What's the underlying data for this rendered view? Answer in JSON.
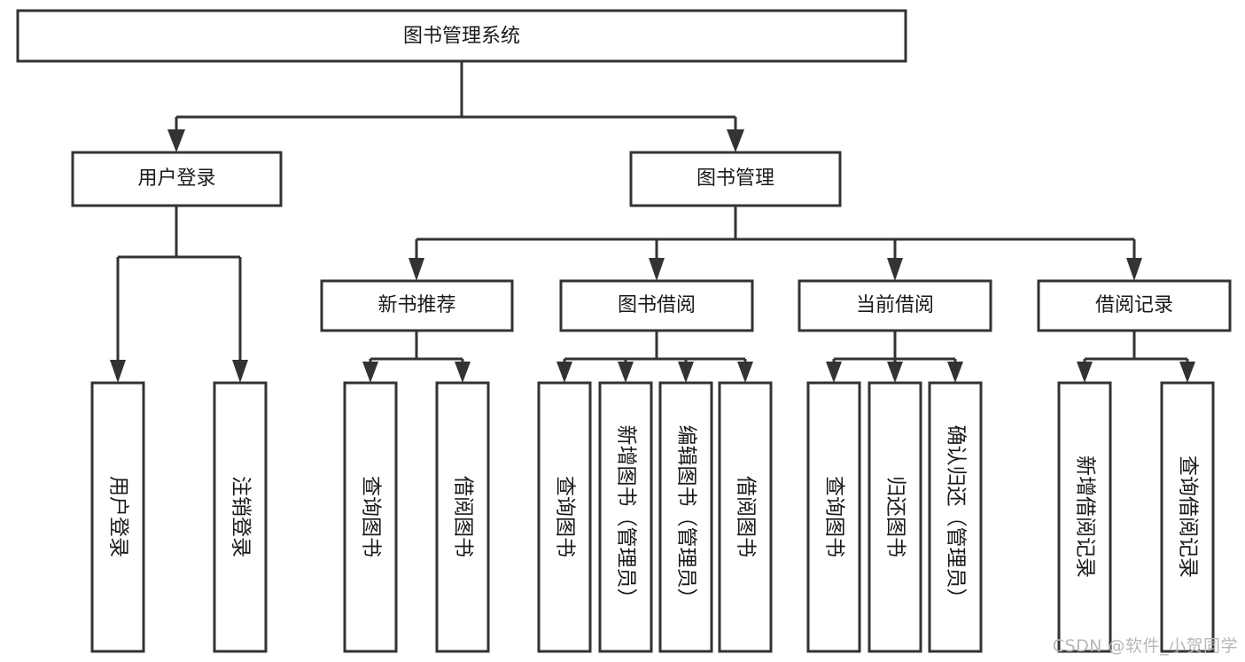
{
  "diagram": {
    "type": "hierarchy-tree",
    "title": "图书管理系统",
    "orientation": "top-down",
    "style": {
      "box_fill": "#ffffff",
      "box_stroke": "#333333",
      "line_color": "#333333",
      "text_color": "#1a1a1a",
      "background": "#ffffff"
    },
    "root": {
      "id": "root",
      "label": "图书管理系统"
    },
    "level1": [
      {
        "id": "user-login",
        "label": "用户登录"
      },
      {
        "id": "book-management",
        "label": "图书管理"
      }
    ],
    "level2": [
      {
        "id": "new-book-recommend",
        "label": "新书推荐",
        "parent": "book-management"
      },
      {
        "id": "book-borrow",
        "label": "图书借阅",
        "parent": "book-management"
      },
      {
        "id": "current-borrow",
        "label": "当前借阅",
        "parent": "book-management"
      },
      {
        "id": "borrow-record",
        "label": "借阅记录",
        "parent": "book-management"
      }
    ],
    "leaves": {
      "user-login": [
        {
          "id": "leaf-user-login",
          "label": "用户登录"
        },
        {
          "id": "leaf-user-logout",
          "label": "注销登录"
        }
      ],
      "new-book-recommend": [
        {
          "id": "leaf-query-book-1",
          "label": "查询图书"
        },
        {
          "id": "leaf-borrow-book-1",
          "label": "借阅图书"
        }
      ],
      "book-borrow": [
        {
          "id": "leaf-query-book-2",
          "label": "查询图书"
        },
        {
          "id": "leaf-add-book",
          "label": "新增图书（管理员）"
        },
        {
          "id": "leaf-edit-book",
          "label": "编辑图书（管理员）"
        },
        {
          "id": "leaf-borrow-book-2",
          "label": "借阅图书"
        }
      ],
      "current-borrow": [
        {
          "id": "leaf-query-book-3",
          "label": "查询图书"
        },
        {
          "id": "leaf-return-book",
          "label": "归还图书"
        },
        {
          "id": "leaf-confirm-return",
          "label": "确认归还（管理员）"
        }
      ],
      "borrow-record": [
        {
          "id": "leaf-add-record",
          "label": "新增借阅记录"
        },
        {
          "id": "leaf-query-record",
          "label": "查询借阅记录"
        }
      ]
    }
  },
  "watermark": {
    "text": "CSDN @软件_小贺同学"
  }
}
